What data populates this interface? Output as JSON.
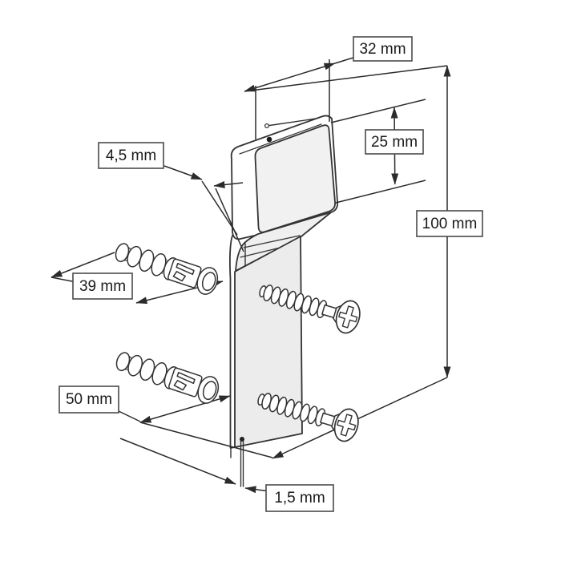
{
  "drawing": {
    "kind": "technical-dimension-drawing",
    "subject": "wall-mount bracket with wall anchors and screws",
    "labels": {
      "top_width": "32 mm",
      "head_height": "25 mm",
      "hook_offset": "4,5 mm",
      "anchor_length": "39 mm",
      "total_height": "100 mm",
      "screw_length": "50 mm",
      "material_thickness": "1,5 mm"
    },
    "colors": {
      "line": "#2b2b2b",
      "part_face": "#f1f1f1",
      "plate_face": "#ececec",
      "background": "#ffffff",
      "label_border": "#4a4a4a",
      "label_text": "#1a1a1a"
    }
  }
}
